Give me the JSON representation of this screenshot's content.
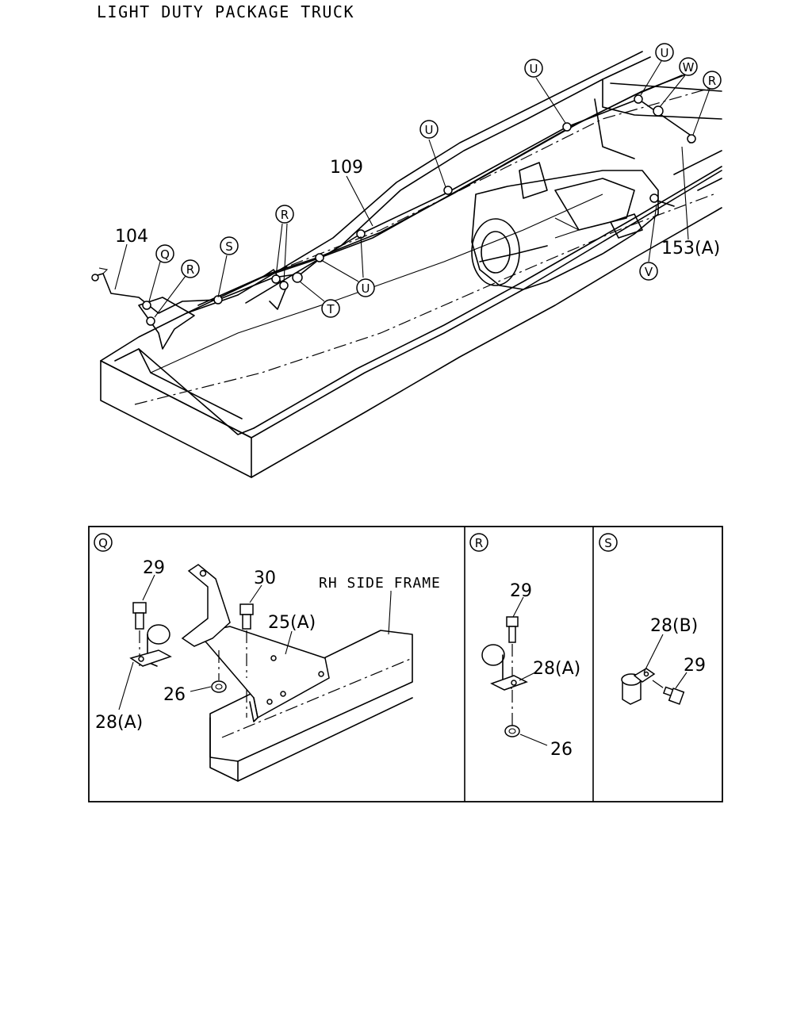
{
  "title": "LIGHT DUTY PACKAGE TRUCK",
  "main_callouts": {
    "part_104": "104",
    "part_109": "109",
    "part_153a": "153(A)",
    "ref_q": "Q",
    "ref_r_front": "R",
    "ref_r_mid": "R",
    "ref_r_rear": "R",
    "ref_s": "S",
    "ref_t": "T",
    "ref_u_1": "U",
    "ref_u_2": "U",
    "ref_u_3": "U",
    "ref_u_4": "U",
    "ref_v": "V",
    "ref_w": "W"
  },
  "detail_panels": {
    "q": {
      "tag": "Q",
      "frame_label": "RH SIDE FRAME",
      "parts": {
        "bolt_a": "29",
        "bolt_b": "30",
        "bracket": "25(A)",
        "nut": "26",
        "clamp": "28(A)"
      }
    },
    "r": {
      "tag": "R",
      "parts": {
        "bolt": "29",
        "clamp": "28(A)",
        "nut": "26"
      }
    },
    "s": {
      "tag": "S",
      "parts": {
        "clamp": "28(B)",
        "bolt": "29"
      }
    }
  }
}
